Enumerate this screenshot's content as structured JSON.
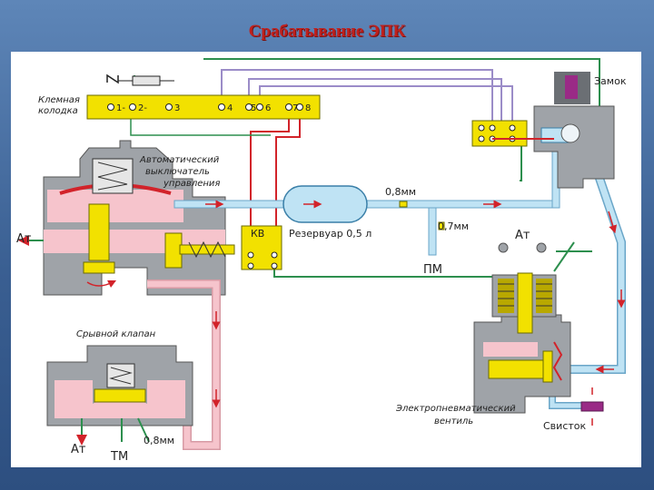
{
  "title": "Срабатывание ЭПК",
  "labels": {
    "terminal_block": [
      "Клемная",
      "колодка"
    ],
    "terminals": [
      "1-",
      "2-",
      "3",
      "4",
      "5",
      "6",
      "7",
      "8"
    ],
    "lock": "Замок",
    "auto_switch": [
      "Автоматический",
      "выключатель",
      "управления"
    ],
    "reservoir": "Резервуар 0,5 л",
    "orifice_08": "0,8мм",
    "orifice_07": "0,7мм",
    "pm": "ПМ",
    "kv": "КВ",
    "atm_left": "Ат",
    "atm_valve": "Ат",
    "atm_bottom": "Ат",
    "breakdown_valve": "Срывной клапан",
    "tm": "ТМ",
    "orifice_bottom": "0,8мм",
    "epv": [
      "Электропневматический",
      "вентиль"
    ],
    "whistle": "Свисток"
  },
  "colors": {
    "air_blue": "#bfe3f4",
    "air_pink": "#f6c4cc",
    "body_gray": "#9fa3a8",
    "brass_yellow": "#f2e100",
    "wire_green": "#2d8f4e",
    "wire_red": "#d2232a",
    "wire_violet": "#9b8cc8",
    "title_red": "#c0201d"
  }
}
